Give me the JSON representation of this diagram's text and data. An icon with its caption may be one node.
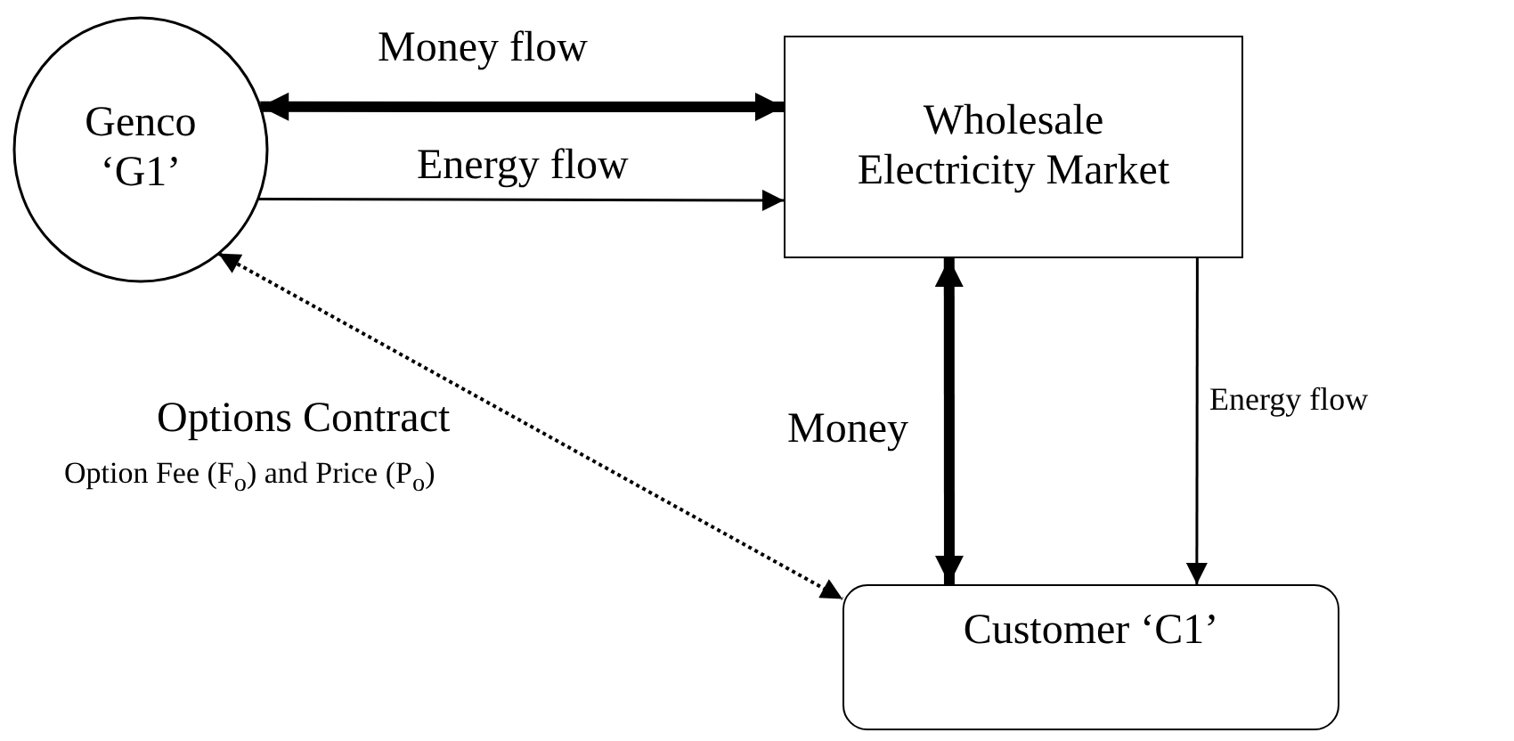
{
  "diagram": {
    "nodes": [
      {
        "text": [
          "Genco",
          "‘G1’"
        ]
      },
      {
        "text": [
          "Wholesale Electricity Market"
        ]
      },
      {
        "text": [
          "Customer ‘C1’"
        ]
      }
    ],
    "edges": [
      {
        "from": 0,
        "to": 1,
        "arrow": "both",
        "label": "Money flow",
        "style": "thick"
      },
      {
        "from": 0,
        "to": 1,
        "arrow": "to",
        "label": "Energy flow"
      },
      {
        "from": 1,
        "to": 2,
        "arrow": "both",
        "label": "Money",
        "style": "thick"
      },
      {
        "from": 1,
        "to": 2,
        "arrow": "to",
        "label": "Energy flow"
      },
      {
        "from": 0,
        "to": 2,
        "arrow": "both",
        "style": "dashed"
      }
    ],
    "labels": [
      "Options Contract",
      "Option Fee (F$_{o}$) and Price (P$_{o}$)"
    ]
  }
}
